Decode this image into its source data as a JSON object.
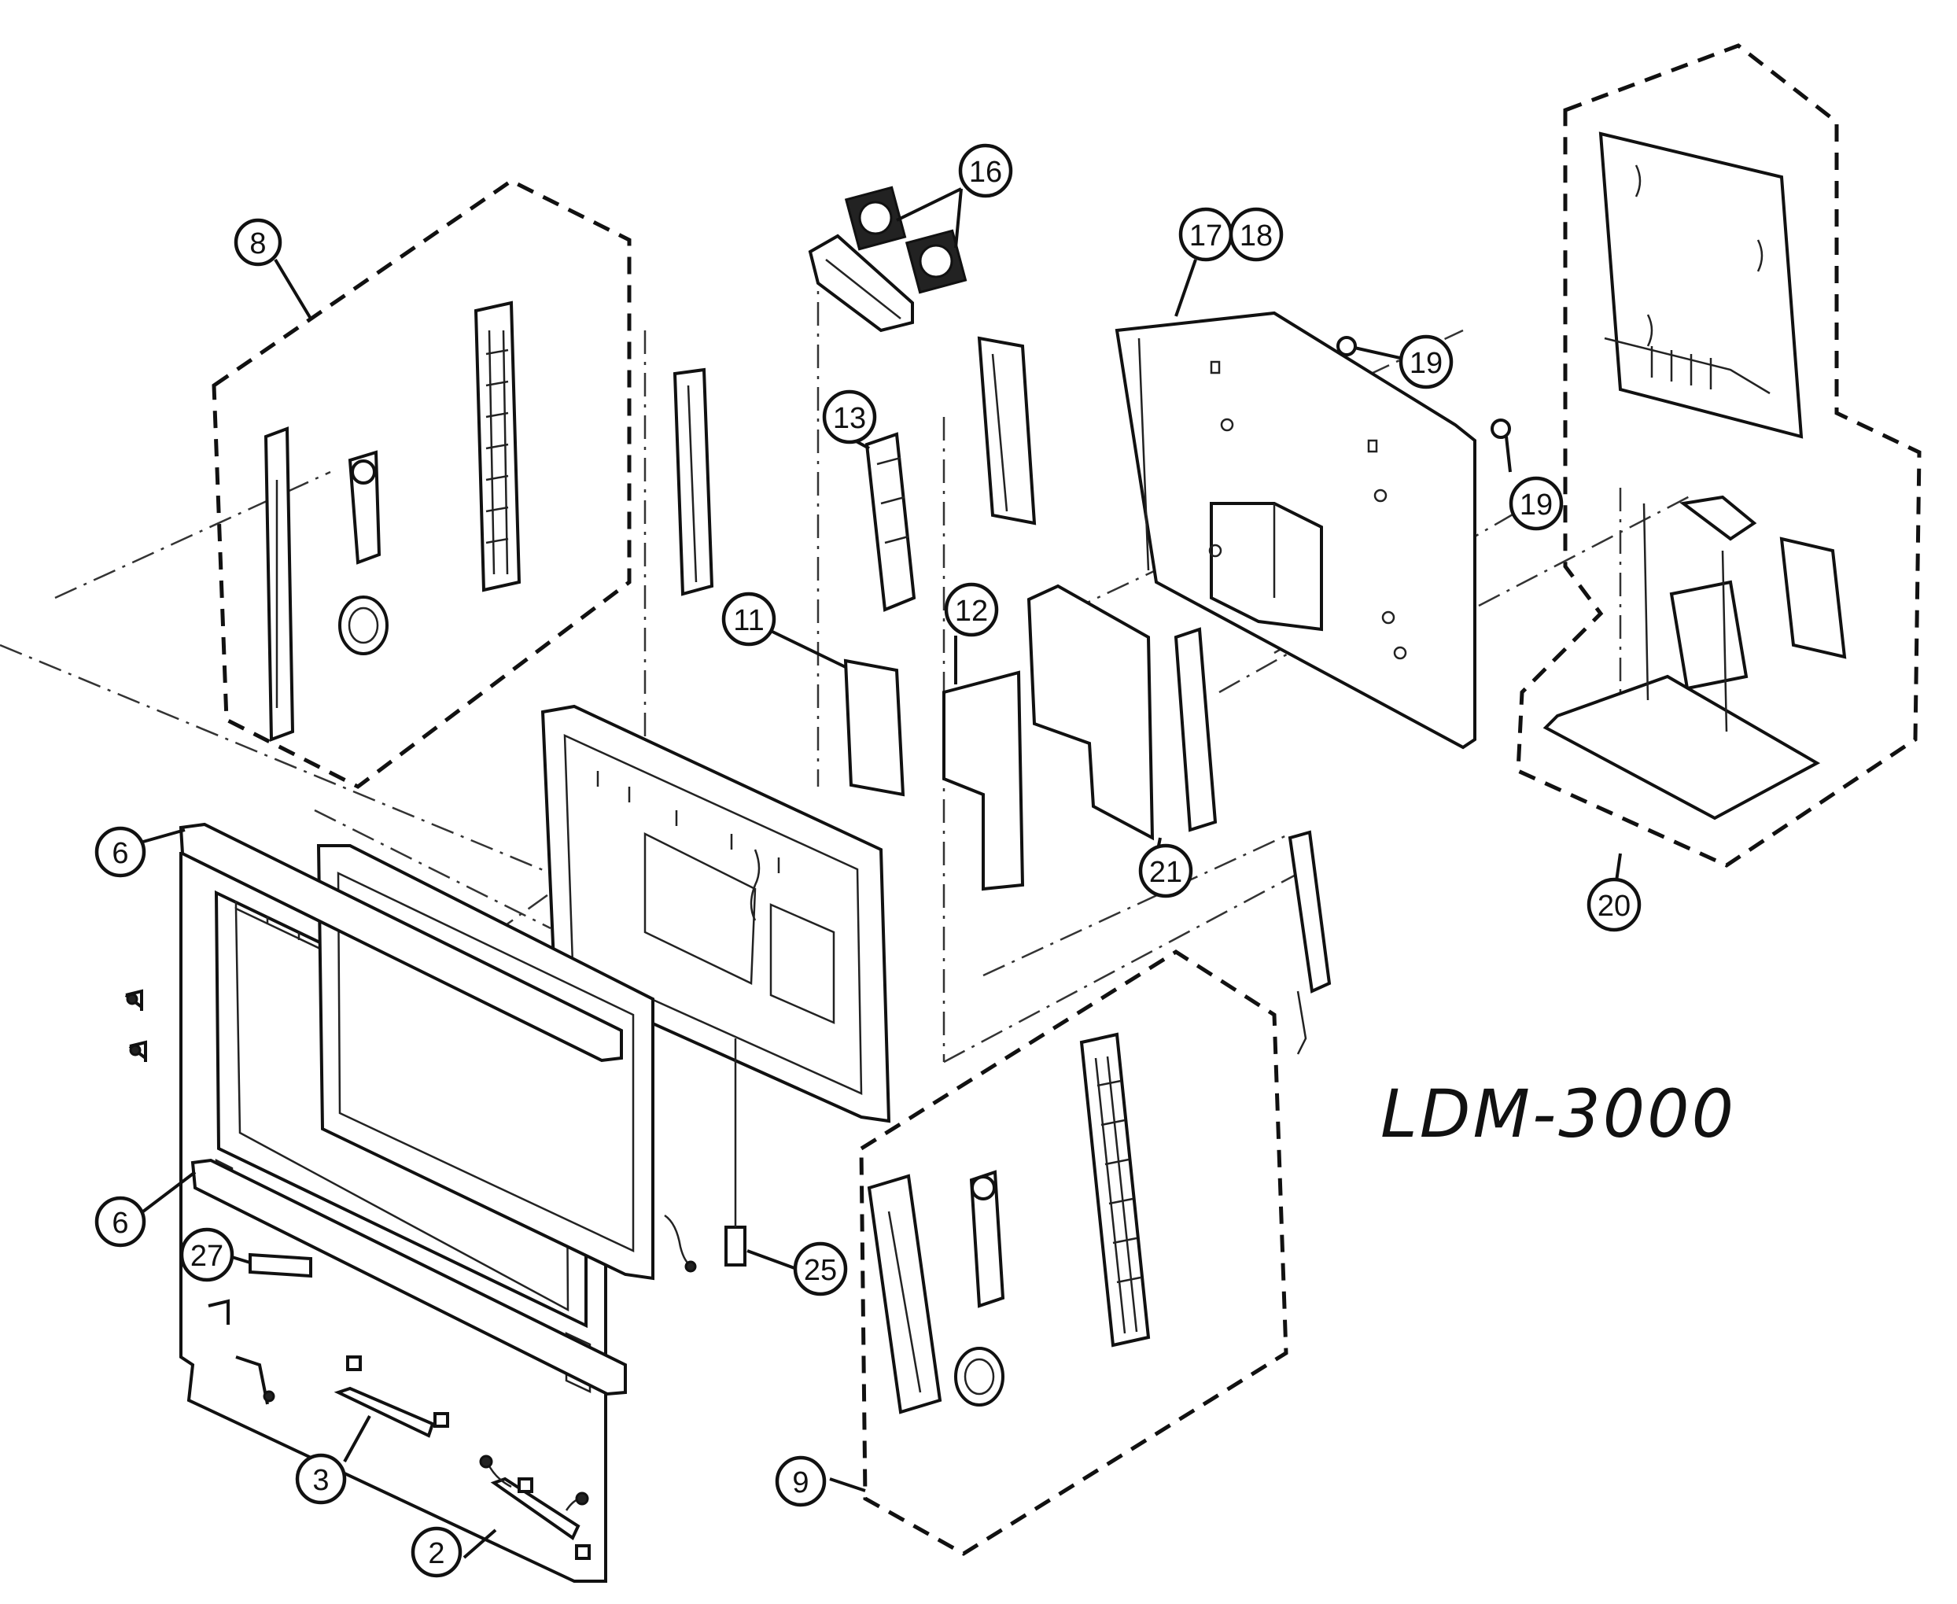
{
  "model": "LDM-3000",
  "callouts": {
    "c2": "2",
    "c3": "3",
    "c6a": "6",
    "c6b": "6",
    "c8": "8",
    "c9": "9",
    "c11": "11",
    "c12": "12",
    "c13": "13",
    "c16": "16",
    "c17": "17",
    "c18": "18",
    "c19a": "19",
    "c19b": "19",
    "c20": "20",
    "c21": "21",
    "c25": "25",
    "c27": "27"
  }
}
